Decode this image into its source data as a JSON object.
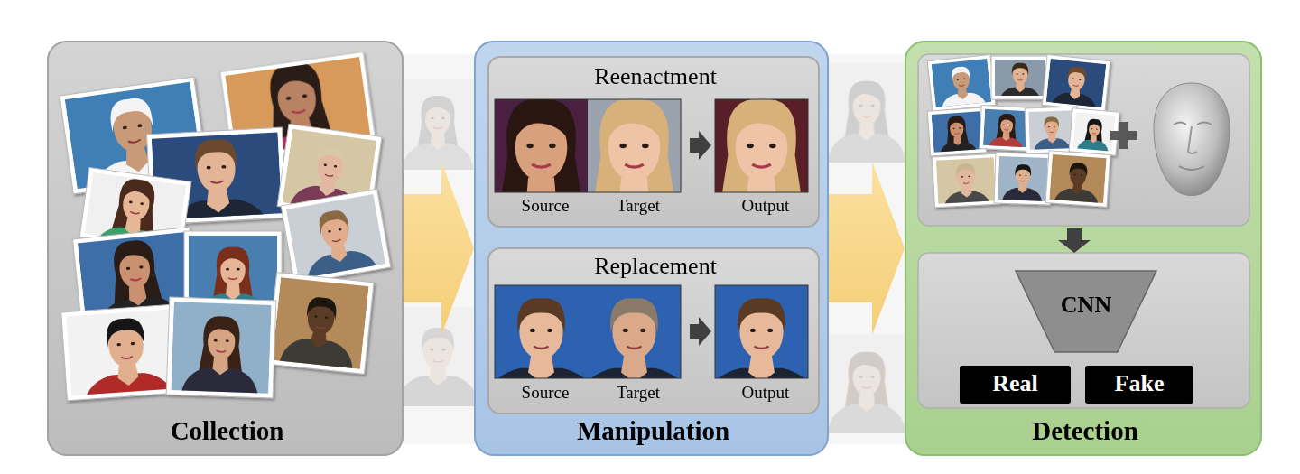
{
  "diagram": {
    "nodes": [
      {
        "text": [
          "Collection"
        ]
      },
      {
        "text": [
          "Manipulation"
        ]
      },
      {
        "text": [
          "Reenactment",
          "Source",
          "Target",
          "Output"
        ],
        "in": 1
      },
      {
        "text": [
          "Replacement",
          "Source",
          "Target",
          "Output"
        ],
        "in": 1
      },
      {
        "text": [
          "Detection"
        ]
      },
      {
        "text": [
          "CNN"
        ],
        "in": 4
      },
      {
        "text": [
          "Real"
        ],
        "in": 4
      },
      {
        "text": [
          "Fake"
        ],
        "in": 4
      }
    ],
    "edges": [
      {
        "from": 0,
        "to": 1,
        "arrow": "to"
      },
      {
        "from": 1,
        "to": 4,
        "arrow": "to"
      }
    ]
  }
}
